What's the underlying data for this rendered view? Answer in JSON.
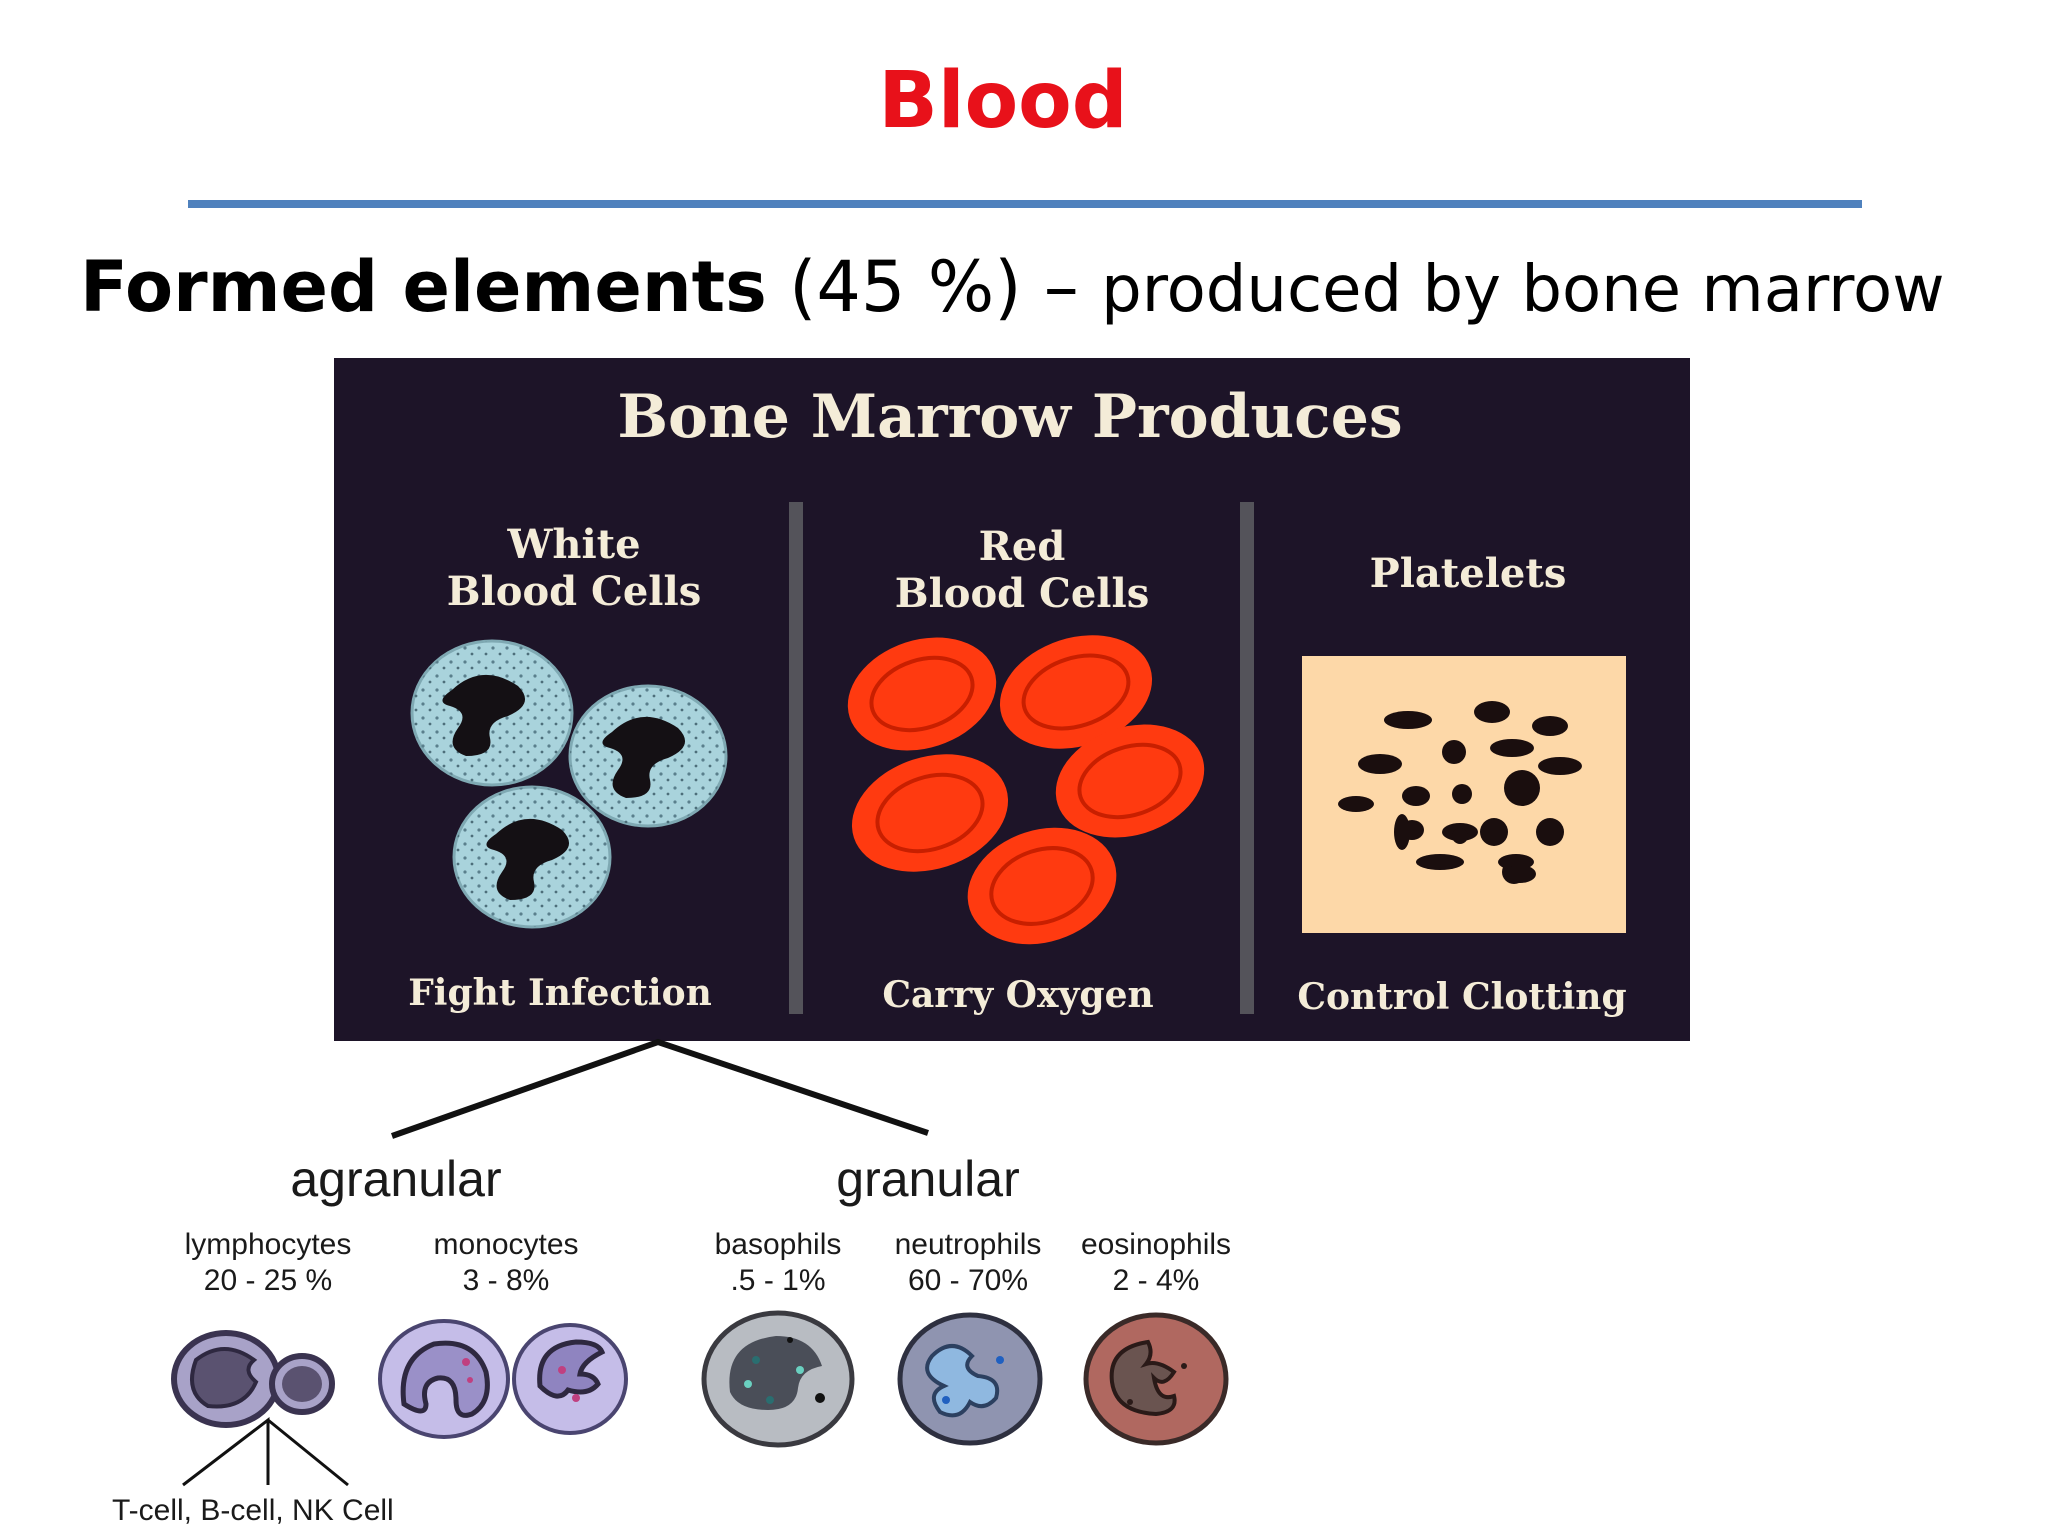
{
  "slide": {
    "title": "Blood",
    "subtitle_bold": "Formed elements",
    "subtitle_pct": "(45 %) –",
    "subtitle_rest": "produced by bone marrow"
  },
  "panel": {
    "heading": "Bone Marrow Produces",
    "columns": [
      {
        "title_line1": "White",
        "title_line2": "Blood Cells",
        "caption": "Fight Infection"
      },
      {
        "title_line1": "Red",
        "title_line2": "Blood Cells",
        "caption": "Carry Oxygen"
      },
      {
        "title_line1": "Platelets",
        "title_line2": "",
        "caption": "Control Clotting"
      }
    ]
  },
  "wbc_types": {
    "agranular_label": "agranular",
    "granular_label": "granular",
    "cells": [
      {
        "name": "lymphocytes",
        "range": "20 - 25 %"
      },
      {
        "name": "monocytes",
        "range": "3 - 8%"
      },
      {
        "name": "basophils",
        "range": ".5 - 1%"
      },
      {
        "name": "neutrophils",
        "range": "60 - 70%"
      },
      {
        "name": "eosinophils",
        "range": "2 - 4%"
      }
    ],
    "lymphocyte_subtypes": "T-cell, B-cell, NK Cell"
  },
  "colors": {
    "title": "#e8111a",
    "rule": "#4f81bd",
    "panel_bg": "#1d1428",
    "panel_text": "#f4ecd8",
    "rbc": "#ff3a10",
    "wbc": "#a9d3dc",
    "platelet_bg": "#fdd8a8"
  }
}
